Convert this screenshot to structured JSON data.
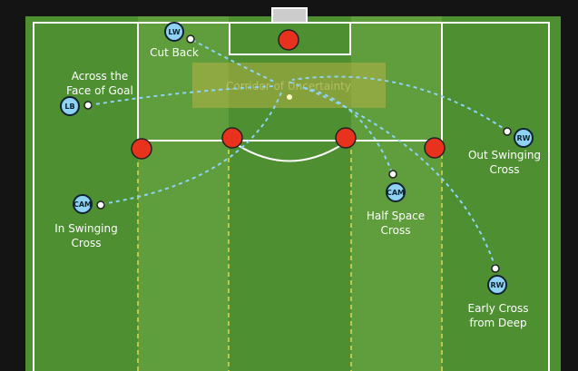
{
  "title": "Crossing Zones",
  "zone_label": "Corridor of Uncertainty",
  "players": [
    {
      "role": "LW",
      "label": [
        "Cut Back"
      ]
    },
    {
      "role": "LB",
      "label": [
        "Across the",
        "Face of Goal"
      ]
    },
    {
      "role": "CAM",
      "label": [
        "In Swinging",
        "Cross"
      ]
    },
    {
      "role": "CAM",
      "label": [
        "Half Space",
        "Cross"
      ]
    },
    {
      "role": "RW",
      "label": [
        "Out Swinging",
        "Cross"
      ]
    },
    {
      "role": "RW",
      "label": [
        "Early Cross",
        "from Deep"
      ]
    }
  ],
  "colors": {
    "attacker": "#8fd3f4",
    "defender": "#e8321e",
    "pitch": "#4e8f32",
    "pass": "#8fd3f4",
    "channel": "#e4d84a"
  }
}
